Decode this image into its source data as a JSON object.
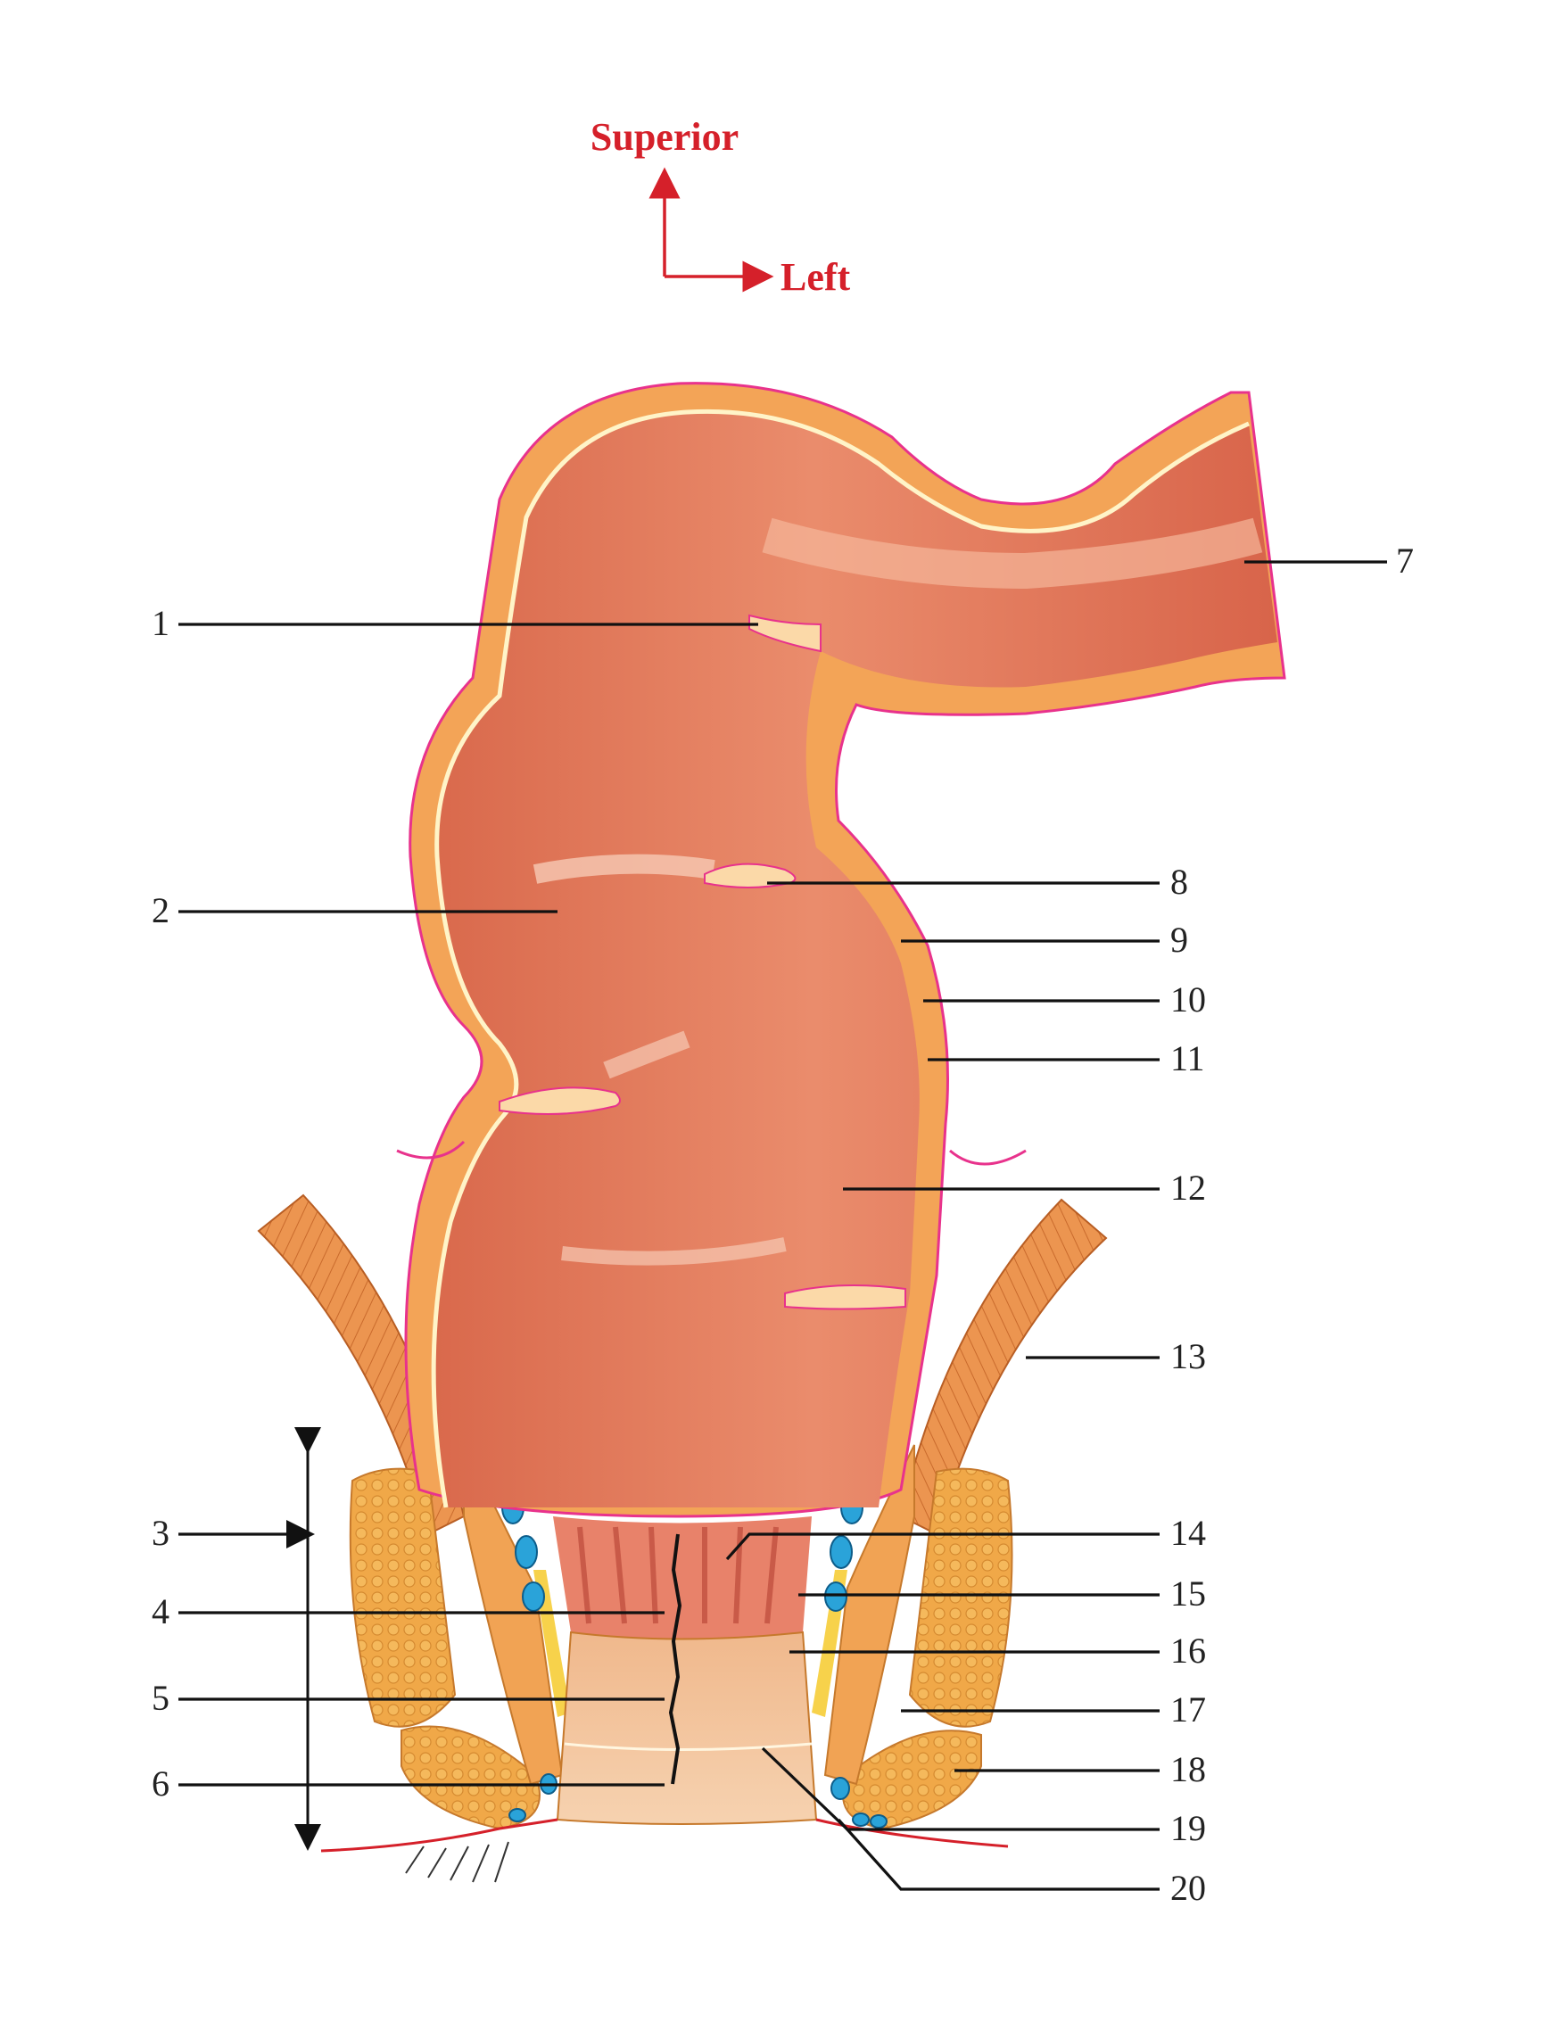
{
  "orientation": {
    "up_label": "Superior",
    "right_label": "Left",
    "color": "#d5202a"
  },
  "labels": {
    "l1": "1",
    "l2": "2",
    "l3": "3",
    "l4": "4",
    "l5": "5",
    "l6": "6",
    "l7": "7",
    "l8": "8",
    "l9": "9",
    "l10": "10",
    "l11": "11",
    "l12": "12",
    "l13": "13",
    "l14": "14",
    "l15": "15",
    "l16": "16",
    "l17": "17",
    "l18": "18",
    "l19": "19",
    "l20": "20"
  },
  "colors": {
    "lumen": "#e27a5c",
    "wall": "#f3a559",
    "muscle": "#e98a48",
    "fat": "#f0a145",
    "submucosa": "#f7d67c",
    "serosa_line": "#e8328c",
    "vein": "#2aa3d9",
    "anal_canal": "#f2c39b"
  }
}
